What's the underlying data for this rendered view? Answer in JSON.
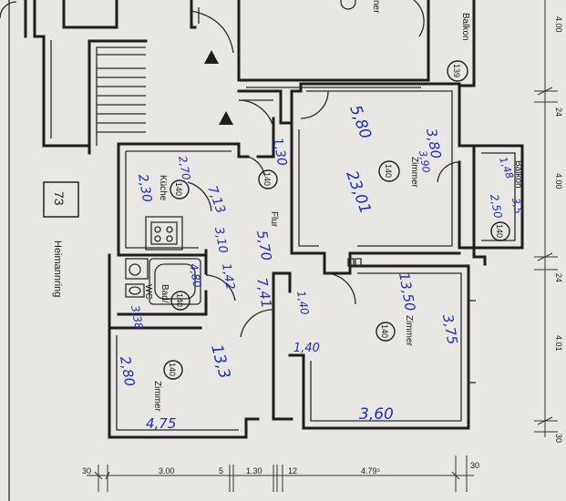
{
  "street": "Heimannring",
  "building_number": "73",
  "rooms": {
    "balkon_top": {
      "label": "Balkon",
      "code": "139"
    },
    "zimmer_neighbor": {
      "label": "ner"
    },
    "zimmer_main": {
      "label": "Zimmer",
      "code": "140"
    },
    "balkon_right": {
      "label": "Balkon",
      "code": "140"
    },
    "kueche": {
      "label": "Küche",
      "code": "140"
    },
    "flur": {
      "label": "Flur",
      "code": "140"
    },
    "bad_wc": {
      "label_bad": "Bad/",
      "label_wc": "WC",
      "code": "140"
    },
    "zimmer_right": {
      "label": "Zimmer",
      "code": "140"
    },
    "zimmer_bottom": {
      "label": "Zimmer",
      "code": "140"
    }
  },
  "dims_right": [
    "4.00",
    "24",
    "4.00",
    "24",
    "4.01",
    "30"
  ],
  "dims_bottom": [
    "30",
    "3.00",
    "5",
    "1.30",
    "12",
    "4.79⁵",
    "30"
  ],
  "handwritten": {
    "main_a": "3,80",
    "main_b": "5,80",
    "main_c": "3,90",
    "main_area": "23,01",
    "balkon_a": "1,48",
    "balkon_b": "2,50",
    "balkon_c": "3,5",
    "kueche_a": "2,70",
    "kueche_b": "2,30",
    "kueche_area": "7,13",
    "flur_a": "1,30",
    "flur_b": "3,10",
    "flur_c": "5,70",
    "flur_area": "7,41",
    "flur_d": "1,40",
    "flur_e": "1,40",
    "bad_a": "1,42",
    "bad_b": "4,80",
    "bad_c": "3,38",
    "right_a": "3,75",
    "right_area": "13,50",
    "right_b": "3,60",
    "bottom_a": "2,80",
    "bottom_area": "13,3",
    "bottom_b": "4,75"
  }
}
